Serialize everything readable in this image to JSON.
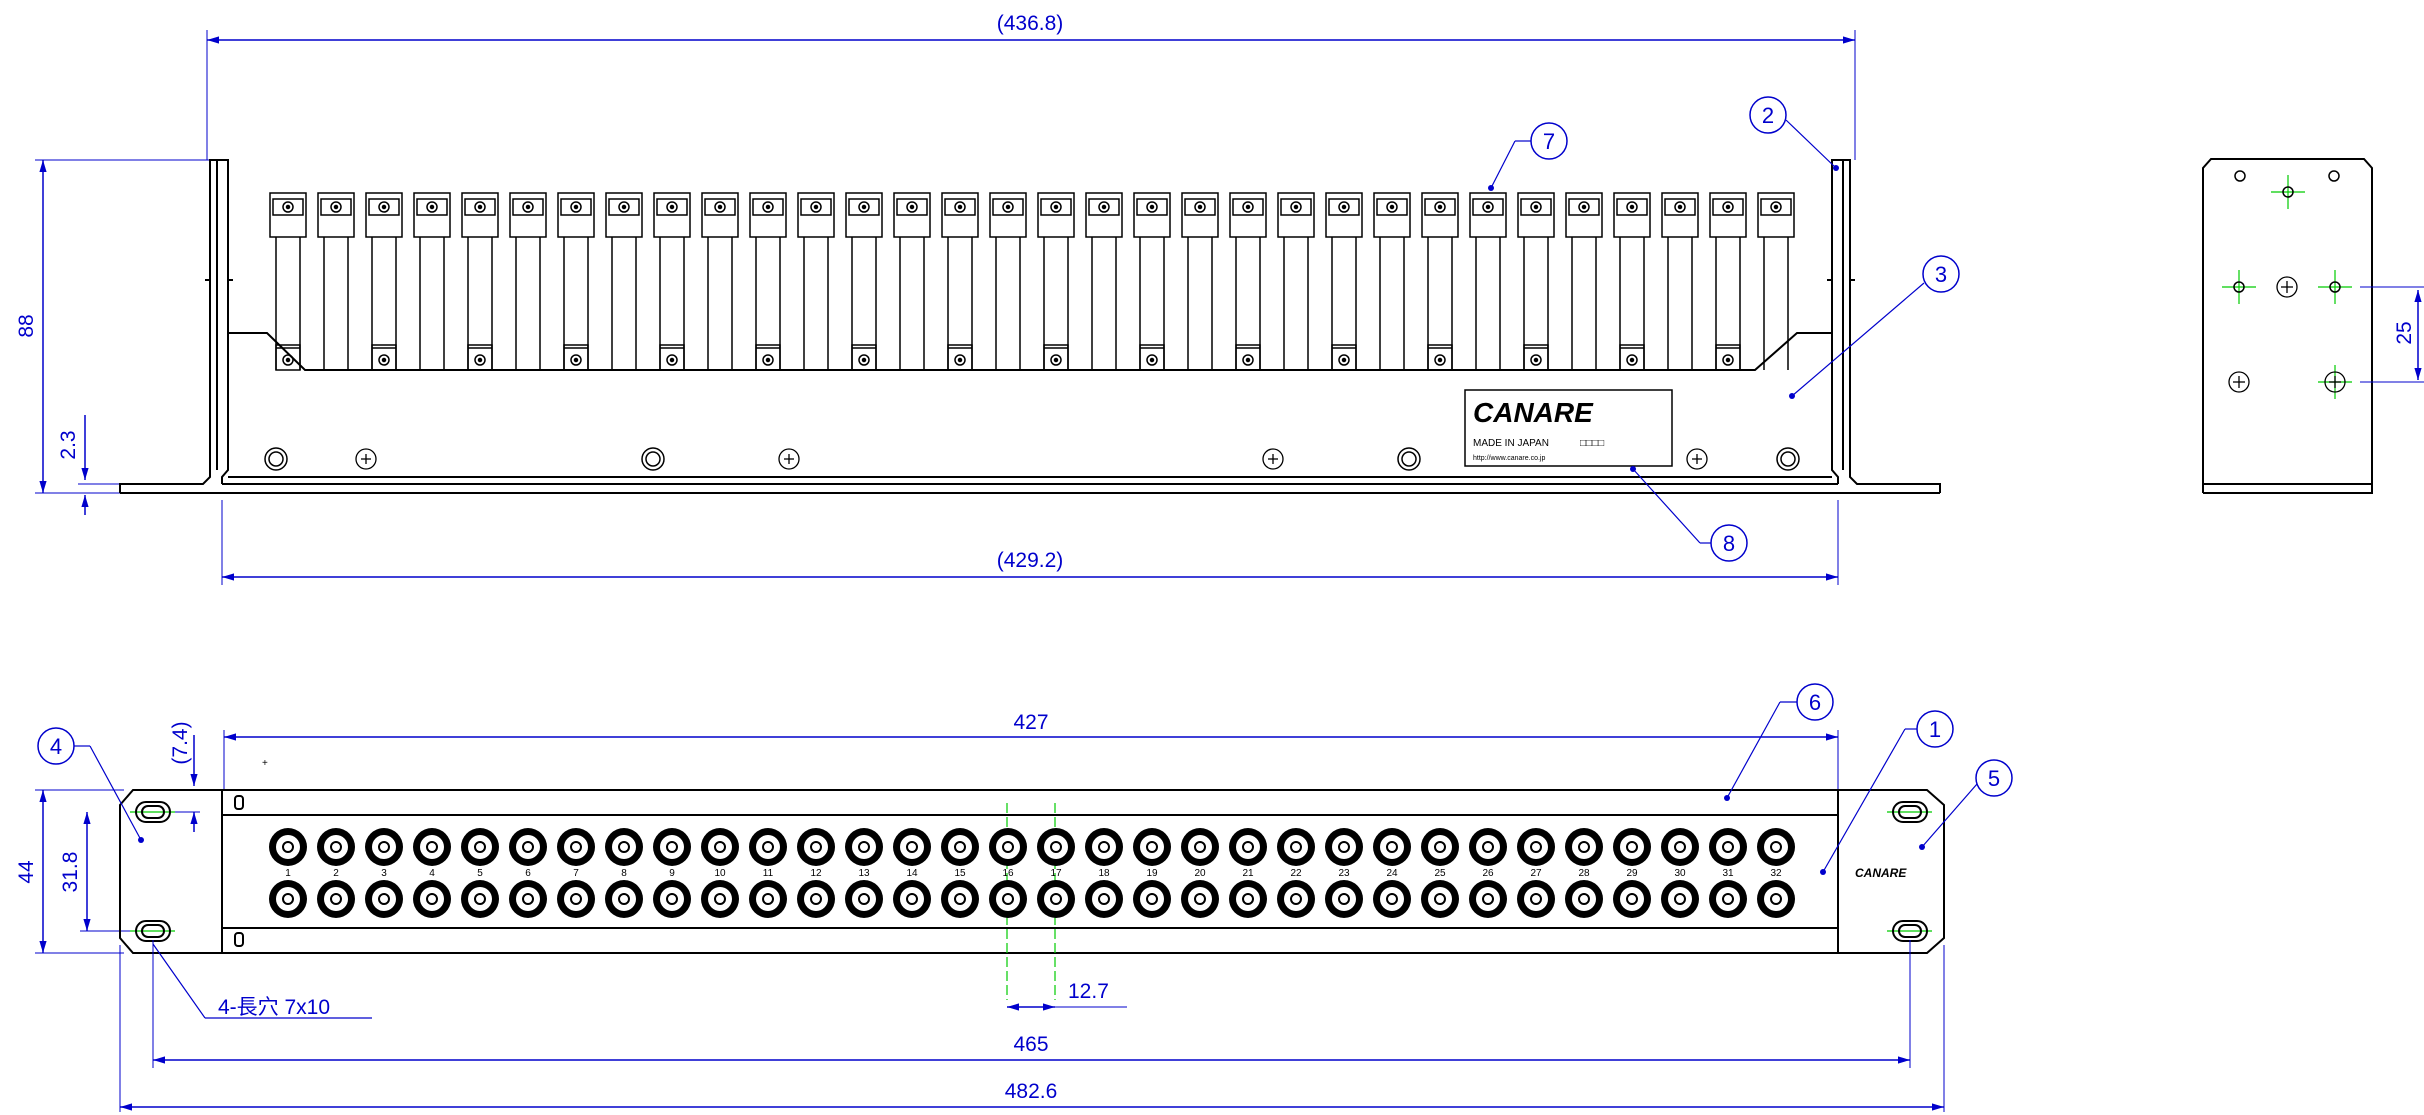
{
  "dimensions": {
    "top_width": "(436.8)",
    "bottom_width": "(429.2)",
    "height_88": "88",
    "flange_2_3": "2.3",
    "side_25": "25",
    "front_427": "427",
    "front_7_4": "(7.4)",
    "front_44": "44",
    "front_31_8": "31.8",
    "pitch_12_7": "12.7",
    "hole_pitch_465": "465",
    "overall_482_6": "482.6",
    "slot_note": "4-長穴 7x10"
  },
  "callouts": [
    "1",
    "2",
    "3",
    "4",
    "5",
    "6",
    "7",
    "8"
  ],
  "label_plate": {
    "brand": "CANARE",
    "made_in": "MADE IN JAPAN",
    "boxes": "□□□□",
    "url": "http://www.canare.co.jp"
  },
  "front_brand": "CANARE",
  "jack_numbers": [
    "1",
    "2",
    "3",
    "4",
    "5",
    "6",
    "7",
    "8",
    "9",
    "10",
    "11",
    "12",
    "13",
    "14",
    "15",
    "16",
    "17",
    "18",
    "19",
    "20",
    "21",
    "22",
    "23",
    "24",
    "25",
    "26",
    "27",
    "28",
    "29",
    "30",
    "31",
    "32"
  ],
  "colors": {
    "dimension": "#0000cc",
    "outline": "#000000",
    "centerline": "#00cc00"
  }
}
